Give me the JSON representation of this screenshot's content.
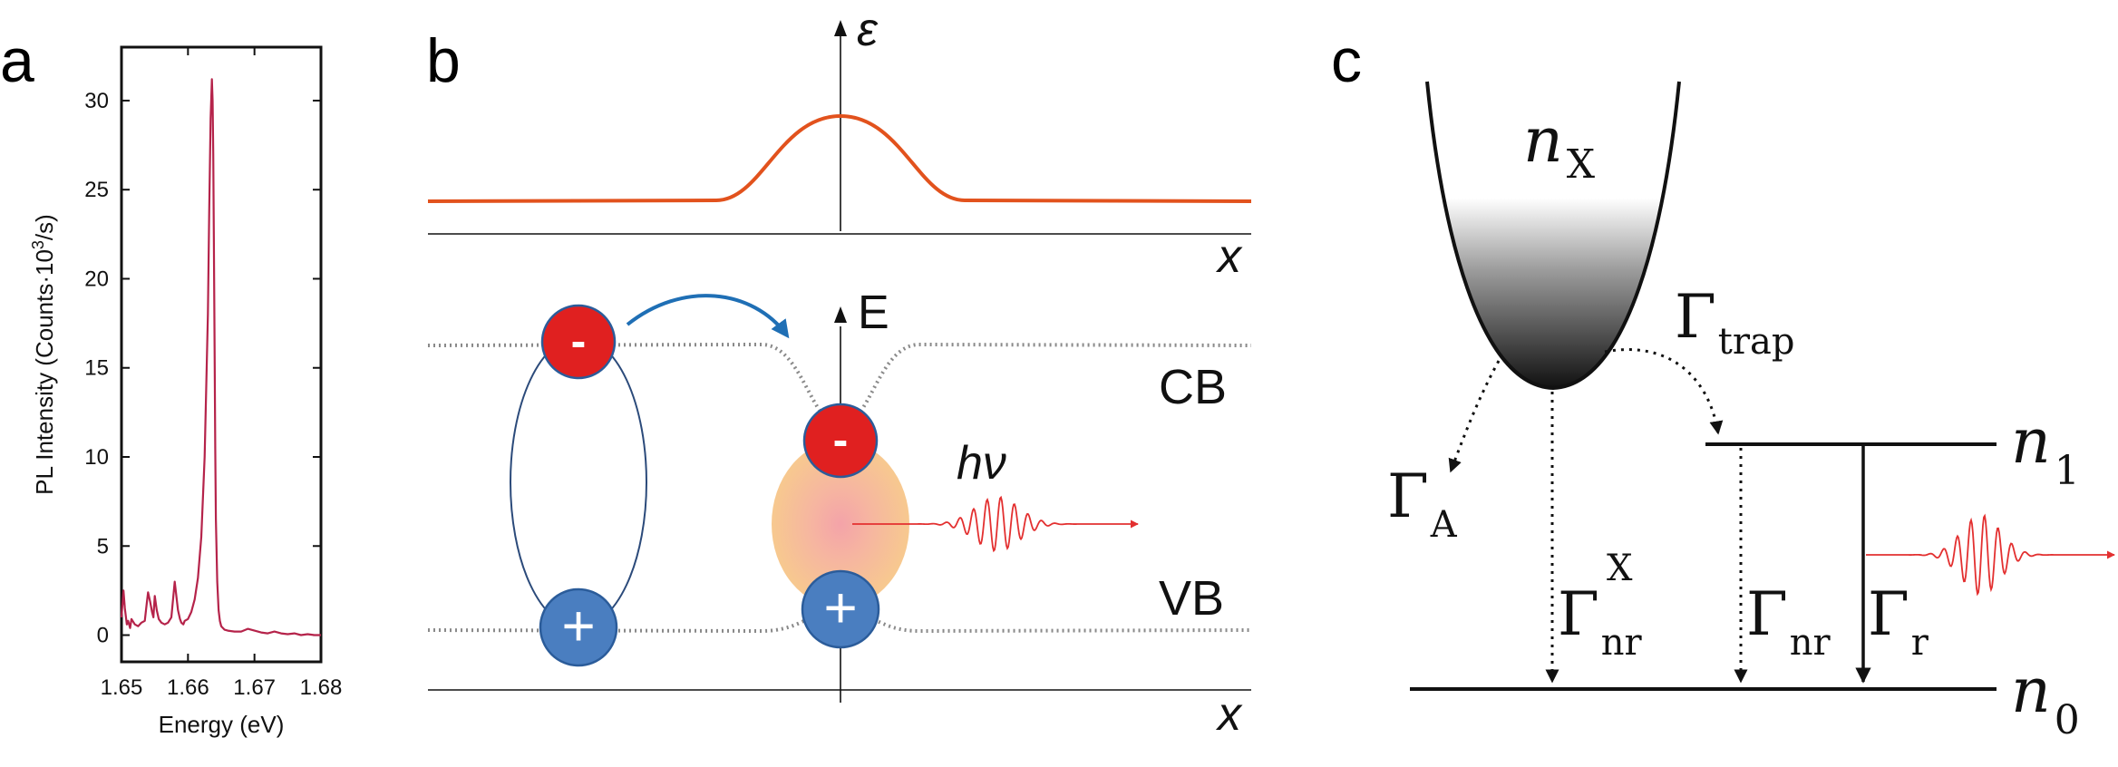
{
  "panels": {
    "a": "a",
    "b": "b",
    "c": "c"
  },
  "chart_data": {
    "type": "line",
    "xlabel": "Energy (eV)",
    "ylabel_main": "PL Intensity (Counts·10",
    "ylabel_sup": "3",
    "ylabel_end": "/s)",
    "xlim": [
      1.65,
      1.68
    ],
    "ylim": [
      -1.5,
      33
    ],
    "xticks": [
      "1.65",
      "1.66",
      "1.67",
      "1.68"
    ],
    "yticks": [
      "0",
      "5",
      "10",
      "15",
      "20",
      "25",
      "30"
    ],
    "color": "#b5234a",
    "series": [
      {
        "x": [
          1.65,
          1.6503,
          1.6505,
          1.6508,
          1.651,
          1.6513,
          1.6515,
          1.652,
          1.6525,
          1.653,
          1.6535,
          1.6538,
          1.654,
          1.6543,
          1.6546,
          1.6548,
          1.655,
          1.6553,
          1.6556,
          1.656,
          1.6565,
          1.657,
          1.6575,
          1.658,
          1.6585,
          1.6588,
          1.659,
          1.6593,
          1.6595,
          1.66,
          1.6605,
          1.661,
          1.6615,
          1.662,
          1.6625,
          1.663,
          1.6632,
          1.6634,
          1.6636,
          1.6637,
          1.6638,
          1.6639,
          1.664,
          1.6641,
          1.6642,
          1.6644,
          1.6646,
          1.6648,
          1.665,
          1.6655,
          1.666,
          1.667,
          1.668,
          1.669,
          1.67,
          1.671,
          1.672,
          1.673,
          1.674,
          1.675,
          1.676,
          1.677,
          1.678,
          1.679,
          1.68
        ],
        "y": [
          1.0,
          2.5,
          1.5,
          0.6,
          0.8,
          0.4,
          0.9,
          0.6,
          0.5,
          0.7,
          0.8,
          1.8,
          2.4,
          1.9,
          1.3,
          1.0,
          2.2,
          1.4,
          0.9,
          0.7,
          0.6,
          0.7,
          1.0,
          3.0,
          1.4,
          0.9,
          0.7,
          0.6,
          0.8,
          0.9,
          1.3,
          2.0,
          3.2,
          5.5,
          10.0,
          18.0,
          24.0,
          29.0,
          31.2,
          30.0,
          27.0,
          22.0,
          16.0,
          10.5,
          6.5,
          3.0,
          1.4,
          0.8,
          0.5,
          0.3,
          0.25,
          0.2,
          0.2,
          0.35,
          0.25,
          0.15,
          0.1,
          0.2,
          0.1,
          0.05,
          0.1,
          0.0,
          0.05,
          0.0,
          0.0
        ]
      }
    ]
  },
  "panel_b": {
    "epsilon_label": "ε",
    "x_label_top": "x",
    "energy_label": "E",
    "cb_label": "CB",
    "vb_label": "VB",
    "x_label_bottom": "x",
    "photon_label": "hν",
    "minus": "-",
    "plus": "+"
  },
  "panel_c": {
    "gamma": "Γ",
    "nX_main": "n",
    "nX_sub": "X",
    "trap_sub": "trap",
    "a_sub": "A",
    "nr_sub": "nr",
    "x_sup": "X",
    "r_sub": "r",
    "n1_main": "n",
    "n1_sub": "1",
    "n0_main": "n",
    "n0_sub": "0"
  },
  "colors": {
    "orange_curve": "#e2521d",
    "electron": "#e02020",
    "hole": "#4a7ec0",
    "blue_arrow": "#1f6fb5",
    "photon": "#e33030",
    "cloud_outer": "#f7c98f",
    "cloud_inner": "#f4a3a9"
  }
}
